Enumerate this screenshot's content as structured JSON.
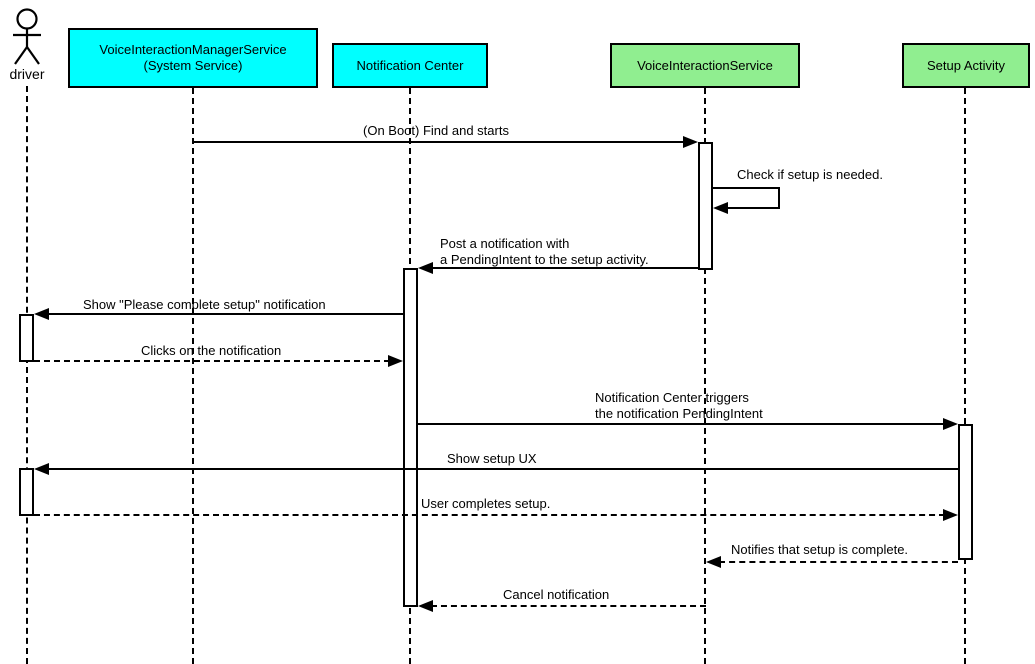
{
  "diagram_type": "uml-sequence",
  "colors": {
    "participant_cyan": "#00ffff",
    "participant_green": "#90ee90",
    "line_color": "#000000",
    "background": "#ffffff"
  },
  "participants": [
    {
      "label": "driver",
      "type": "actor"
    },
    {
      "label": "VoiceInteractionManagerService\n(System Service)",
      "type": "participant",
      "fill": "#00ffff"
    },
    {
      "label": "Notification Center",
      "type": "participant",
      "fill": "#00ffff"
    },
    {
      "label": "VoiceInteractionService",
      "type": "participant",
      "fill": "#90ee90"
    },
    {
      "label": "Setup Activity",
      "type": "participant",
      "fill": "#90ee90"
    }
  ],
  "messages": [
    {
      "label": "(On Boot) Find and starts",
      "from": "VoiceInteractionManagerService (System Service)",
      "to": "VoiceInteractionService",
      "line": "solid"
    },
    {
      "label": "Check if setup is needed.",
      "from": "VoiceInteractionService",
      "to": "VoiceInteractionService",
      "line": "solid",
      "self_message": true
    },
    {
      "label": "Post a notification with\na PendingIntent to the setup activity.",
      "from": "VoiceInteractionService",
      "to": "Notification Center",
      "line": "solid"
    },
    {
      "label": "Show \"Please complete setup\" notification",
      "from": "Notification Center",
      "to": "driver",
      "line": "solid"
    },
    {
      "label": "Clicks on the notification",
      "from": "driver",
      "to": "Notification Center",
      "line": "dashed"
    },
    {
      "label": "Notification Center triggers\nthe notification PendingIntent",
      "from": "Notification Center",
      "to": "Setup Activity",
      "line": "solid"
    },
    {
      "label": "Show setup UX",
      "from": "Setup Activity",
      "to": "driver",
      "line": "solid"
    },
    {
      "label": "User completes setup.",
      "from": "driver",
      "to": "Setup Activity",
      "line": "dashed"
    },
    {
      "label": "Notifies that setup is complete.",
      "from": "Setup Activity",
      "to": "VoiceInteractionService",
      "line": "dashed"
    },
    {
      "label": "Cancel notification",
      "from": "VoiceInteractionService",
      "to": "Notification Center",
      "line": "dashed"
    }
  ]
}
